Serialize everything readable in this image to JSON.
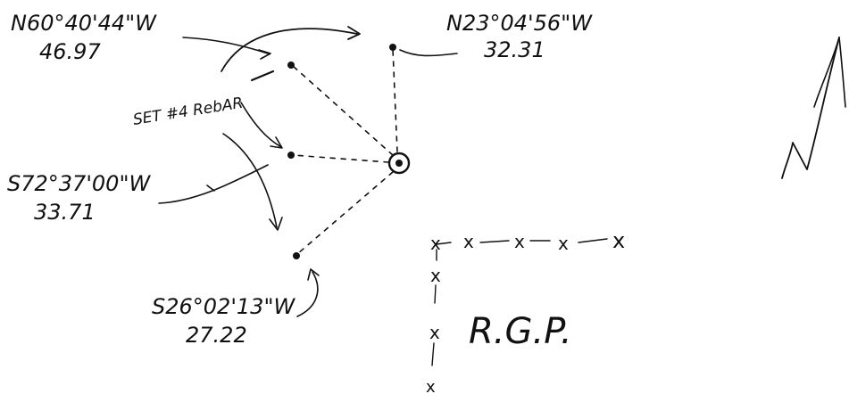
{
  "bearings": [
    {
      "bearing": "N60°40'44\"W",
      "distance": "46.97"
    },
    {
      "bearing": "N23°04'56\"W",
      "distance": "32.31"
    },
    {
      "bearing": "S72°37'00\"W",
      "distance": "33.71"
    },
    {
      "bearing": "S26°02'13\"W",
      "distance": "27.22"
    }
  ],
  "note": "SET #4 RebAR",
  "area_label": "R.G.P.",
  "fence_mark": "x",
  "north_arrow": "N"
}
